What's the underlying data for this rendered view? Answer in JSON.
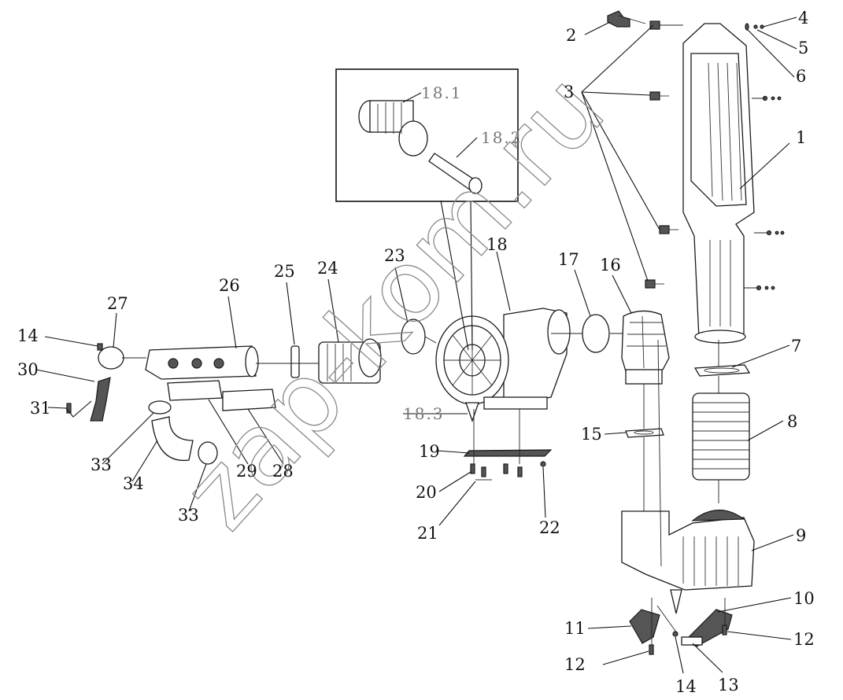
{
  "watermark": {
    "text": "zap-kom.ru"
  },
  "callouts": [
    {
      "id": "c1",
      "label": "1",
      "style": "std"
    },
    {
      "id": "c2",
      "label": "2",
      "style": "std"
    },
    {
      "id": "c3",
      "label": "3",
      "style": "std"
    },
    {
      "id": "c4",
      "label": "4",
      "style": "std"
    },
    {
      "id": "c5",
      "label": "5",
      "style": "std"
    },
    {
      "id": "c6",
      "label": "6",
      "style": "std"
    },
    {
      "id": "c7",
      "label": "7",
      "style": "std"
    },
    {
      "id": "c8",
      "label": "8",
      "style": "std"
    },
    {
      "id": "c9",
      "label": "9",
      "style": "std"
    },
    {
      "id": "c10",
      "label": "10",
      "style": "std"
    },
    {
      "id": "c11",
      "label": "11",
      "style": "std"
    },
    {
      "id": "c12a",
      "label": "12",
      "style": "std"
    },
    {
      "id": "c12b",
      "label": "12",
      "style": "std"
    },
    {
      "id": "c13",
      "label": "13",
      "style": "std"
    },
    {
      "id": "c14a",
      "label": "14",
      "style": "std"
    },
    {
      "id": "c14b",
      "label": "14",
      "style": "std"
    },
    {
      "id": "c15",
      "label": "15",
      "style": "std"
    },
    {
      "id": "c16",
      "label": "16",
      "style": "std"
    },
    {
      "id": "c17",
      "label": "17",
      "style": "std"
    },
    {
      "id": "c18",
      "label": "18",
      "style": "std"
    },
    {
      "id": "c181",
      "label": "18.1",
      "style": "inset"
    },
    {
      "id": "c182",
      "label": "18.2",
      "style": "inset"
    },
    {
      "id": "c183",
      "label": "18.3",
      "style": "inset"
    },
    {
      "id": "c19",
      "label": "19",
      "style": "std"
    },
    {
      "id": "c20",
      "label": "20",
      "style": "std"
    },
    {
      "id": "c21",
      "label": "21",
      "style": "std"
    },
    {
      "id": "c22",
      "label": "22",
      "style": "std"
    },
    {
      "id": "c23",
      "label": "23",
      "style": "std"
    },
    {
      "id": "c24",
      "label": "24",
      "style": "std"
    },
    {
      "id": "c25",
      "label": "25",
      "style": "std"
    },
    {
      "id": "c26",
      "label": "26",
      "style": "std"
    },
    {
      "id": "c27",
      "label": "27",
      "style": "std"
    },
    {
      "id": "c28",
      "label": "28",
      "style": "std"
    },
    {
      "id": "c29",
      "label": "29",
      "style": "std"
    },
    {
      "id": "c30",
      "label": "30",
      "style": "std"
    },
    {
      "id": "c31",
      "label": "31",
      "style": "std"
    },
    {
      "id": "c33a",
      "label": "33",
      "style": "std"
    },
    {
      "id": "c33b",
      "label": "33",
      "style": "std"
    },
    {
      "id": "c34",
      "label": "34",
      "style": "std"
    }
  ]
}
